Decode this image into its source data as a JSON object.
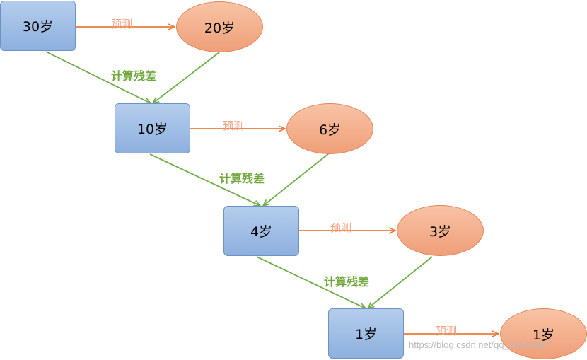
{
  "colors": {
    "predict_arrow": "#ec7b36",
    "residual_arrow": "#70ad47",
    "box_fill": "#9dbde6",
    "oval_fill": "#f3ab88"
  },
  "steps": [
    {
      "actual": "30岁",
      "predicted": "20岁",
      "predict_label": "预测",
      "residual_label": "计算残差"
    },
    {
      "actual": "10岁",
      "predicted": "6岁",
      "predict_label": "预测",
      "residual_label": "计算残差"
    },
    {
      "actual": "4岁",
      "predicted": "3岁",
      "predict_label": "预测",
      "residual_label": "计算残差"
    },
    {
      "actual": "1岁",
      "predicted": "1岁",
      "predict_label": "预测"
    }
  ],
  "watermark": "https://blog.csdn.net/qq_38646027"
}
